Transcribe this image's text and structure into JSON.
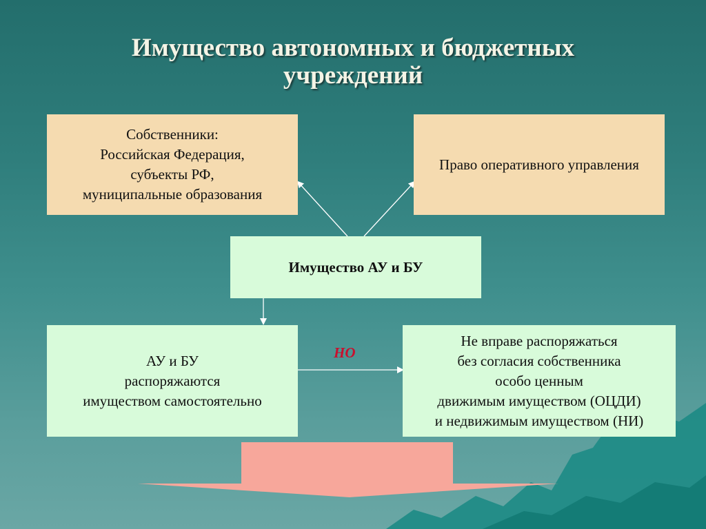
{
  "title": {
    "line1": "Имущество автономных и бюджетных",
    "line2": "учреждений"
  },
  "owners_box": {
    "lines": [
      "Собственники:",
      "Российская Федерация,",
      "субъекты РФ,",
      "муниципальные образования"
    ]
  },
  "right_box": {
    "text": "Право оперативного управления"
  },
  "center_box": {
    "text": "Имущество АУ и БУ"
  },
  "left_bottom_box": {
    "lines": [
      "АУ и БУ",
      "распоряжаются",
      "имуществом самостоятельно"
    ]
  },
  "connector_label": "НО",
  "right_bottom_box": {
    "lines": [
      "Не вправе распоряжаться",
      "без согласия собственника",
      "особо ценным",
      "движимым имуществом (ОЦДИ)",
      "и недвижимым имуществом (НИ)"
    ]
  },
  "colors": {
    "box_beige": "#f5dbb0",
    "box_mint": "#d8fbda",
    "big_arrow": "#f7a79b",
    "label_red": "#c8102e",
    "title_text": "#f4f4e6"
  }
}
